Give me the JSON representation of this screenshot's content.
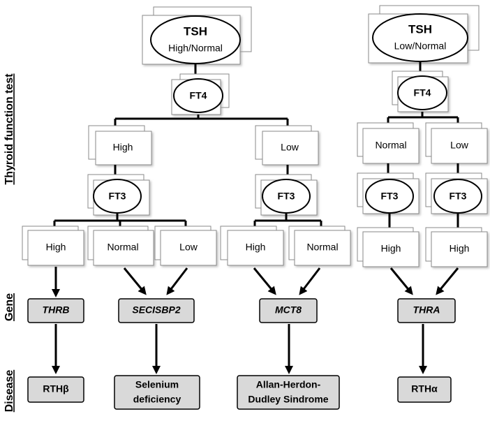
{
  "side_labels": {
    "thyroid": "Thyroid function test",
    "gene": "Gene",
    "disease": "Disease"
  },
  "left_tree": {
    "tsh_title": "TSH",
    "tsh_sub": "High/Normal",
    "ft4": "FT4",
    "high": "High",
    "low": "Low",
    "ft3_a": "FT3",
    "ft3_b": "FT3",
    "r1": "High",
    "r2": "Normal",
    "r3": "Low",
    "r4": "High",
    "r5": "Normal"
  },
  "right_tree": {
    "tsh_title": "TSH",
    "tsh_sub": "Low/Normal",
    "ft4": "FT4",
    "normal": "Normal",
    "low": "Low",
    "ft3_a": "FT3",
    "ft3_b": "FT3",
    "r1": "High",
    "r2": "High"
  },
  "genes": {
    "g1": "THRB",
    "g2": "SECISBP2",
    "g3": "MCT8",
    "g4": "THRA"
  },
  "diseases": {
    "d1": "RTHβ",
    "d2_line1": "Selenium",
    "d2_line2": "deficiency",
    "d3_line1": "Allan-Herdon-",
    "d3_line2": "Dudley Sindrome",
    "d4": "RTHα"
  }
}
